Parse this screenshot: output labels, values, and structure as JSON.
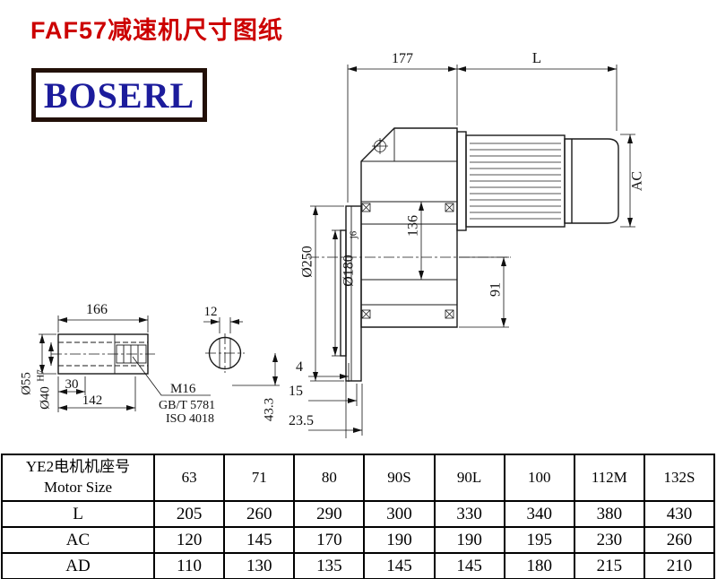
{
  "page": {
    "title": "FAF57减速机尺寸图纸",
    "logo": "BOSERL"
  },
  "drawing": {
    "top_width": "177",
    "motor_length": "L",
    "motor_height": "AC",
    "flange_od": "Ø250",
    "spigot_d": "Ø180",
    "spigot_tol": "j6",
    "dim_136": "136",
    "dim_91": "91",
    "dim_4": "4",
    "dim_15": "15",
    "dim_23_5": "23.5",
    "shaft_len": "166",
    "key_width": "12",
    "shaft_od": "Ø55",
    "bore_d": "Ø40",
    "bore_tol": "H7",
    "dim_30": "30",
    "dim_142": "142",
    "thread": "M16",
    "std_gb": "GB/T 5781",
    "std_iso": "ISO 4018",
    "dim_43_3": "43.3"
  },
  "table": {
    "header_cn": "YE2电机机座号",
    "header_en": "Motor Size",
    "sizes": [
      "63",
      "71",
      "80",
      "90S",
      "90L",
      "100",
      "112M",
      "132S"
    ],
    "rows": [
      {
        "label": "L",
        "values": [
          "205",
          "260",
          "290",
          "300",
          "330",
          "340",
          "380",
          "430"
        ]
      },
      {
        "label": "AC",
        "values": [
          "120",
          "145",
          "170",
          "190",
          "190",
          "195",
          "230",
          "260"
        ]
      },
      {
        "label": "AD",
        "values": [
          "110",
          "130",
          "135",
          "145",
          "145",
          "180",
          "215",
          "210"
        ]
      }
    ]
  }
}
